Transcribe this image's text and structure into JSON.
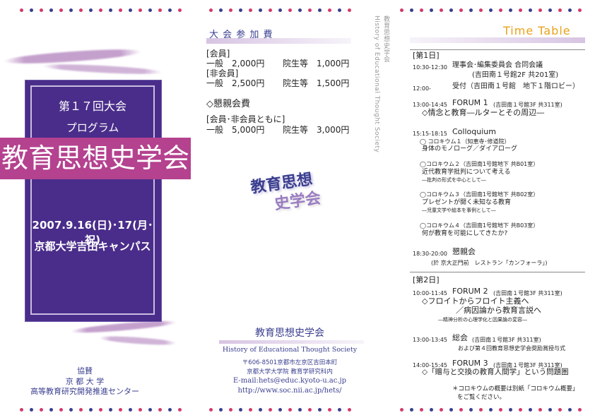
{
  "colors": {
    "purple": "#4a2d8a",
    "pink": "#b4428f",
    "dot_pink": "#d23b6b",
    "dot_blue": "#3a3f8f",
    "orange": "#e8a21a",
    "blue_text": "#3a3f8f"
  },
  "left": {
    "session": "第１７回大会",
    "program": "プログラム",
    "title": "教育思想史学会",
    "date": "2007.9.16(日)･17(月･祝)",
    "venue": "京都大学吉田キャンパス",
    "sponsor_label": "協賛",
    "sponsor1": "京 都 大 学",
    "sponsor2": "高等教育研究開発推進センター"
  },
  "middle": {
    "fee_heading": "大 会 参 加 費",
    "member_label": "[会員]",
    "member_row": {
      "general": "一般　2,000円",
      "grad": "院生等　1,000円"
    },
    "nonmember_label": "[非会員]",
    "nonmember_row": {
      "general": "一般　2,500円",
      "grad": "院生等　1,500円"
    },
    "party_heading": "◇懇親会費",
    "party_label": "[会員･非会員ともに]",
    "party_row": {
      "general": "一般　5,000円",
      "grad": "院生等　3,000円"
    },
    "logo_line1": "教育思想",
    "logo_line2": "史学会",
    "org_name": "教育思想史学会",
    "org_en": "History of Educational Thought Society",
    "address": "〒606-8501京都市左京区吉田本町",
    "dept": "京都大学大学院 教育学研究科内",
    "email": "E-mail:hets@educ.kyoto-u.ac.jp",
    "url": "http://www.soc.nii.ac.jp/hets/",
    "spine_jp": "教育思想史学会",
    "spine_en": "History of Educational Thought Society"
  },
  "right": {
    "heading": "Time Table",
    "day1": "[第1日]",
    "e1_time": "10:30-12:30",
    "e1_title": "理事会･編集委員会 合同会議",
    "e1_place": "(吉田南１号館2F 共201室)",
    "e2_time": "12:00-",
    "e2_title": "受付（吉田南１号館　地下１階ロビー）",
    "e3_time": "13:00-14:45",
    "e3_title": "FORUM 1",
    "e3_place": "(吉田南１号館3F 共311室)",
    "e3_sub": "◇情念と教育―ルターとその周辺―",
    "e4_time": "15:15-18:15",
    "e4_title": "Colloquium",
    "c1_head": "◯ コロキウム１（知恵寺･修道院）",
    "c1_title": "身体のモノローグ／ダイアローグ",
    "c2_head": "◯コロキウム２（吉田南1号館地下 共B01室）",
    "c2_title": "近代教育学批判について考える",
    "c2_sub": "―批判の形式を中心として―",
    "c3_head": "◯コロキウム３（吉田南1号館地下 共B02室）",
    "c3_title": "プレゼントが開く未知なる教育",
    "c3_sub": "―児童文学や絵本を事例として―",
    "c4_head": "◯コロキウム４（吉田南1号館地下 共B03室）",
    "c4_title": "何が教育を可能にしてきたか?",
    "e5_time": "18:30-20:00",
    "e5_title": "懇親会",
    "e5_place": "(於 京大正門前　レストラン「カンフォーラ」)",
    "day2": "[第2日]",
    "f2_time": "10:00-11:45",
    "f2_title": "FORUM 2",
    "f2_place": "(吉田南１号館3F 共311室)",
    "f2_sub1": "◇フロイトからフロイト主義へ",
    "f2_sub2": "／病因論から教育言説へ",
    "f2_sub3": "―精神分析の心理学化と因果論の変容―",
    "g_time": "13:00-13:45",
    "g_title": "総会",
    "g_place": "(吉田南１号館3F 共311室)",
    "g_sub": "および第４回教育思想史学会奨励賞授与式",
    "f3_time": "14:00-15:45",
    "f3_title": "FORUM 3",
    "f3_place": "(吉田南１号館3F 共311室)",
    "f3_sub": "◇「贈与と交換の教育人間学」という問題圏",
    "note1": "＊コロキウムの概要は別紙「コロキウム概要」",
    "note2": "をご覧ください。"
  }
}
